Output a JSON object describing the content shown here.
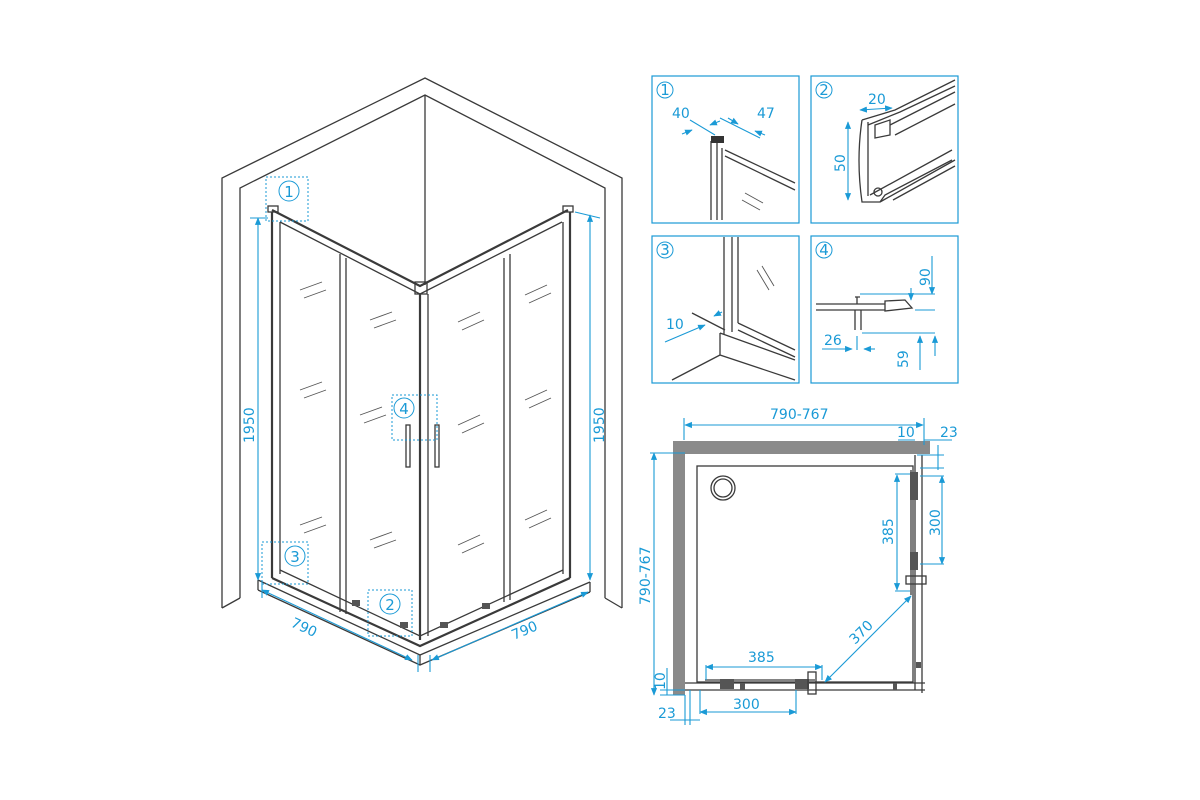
{
  "main_view": {
    "height_left": "1950",
    "height_right": "1950",
    "width_left": "790",
    "width_right": "790",
    "callouts": [
      "1",
      "2",
      "3",
      "4"
    ]
  },
  "details": [
    {
      "number": "1",
      "dims": [
        "40",
        "47"
      ]
    },
    {
      "number": "2",
      "dims": [
        "20",
        "50"
      ]
    },
    {
      "number": "3",
      "dims": [
        "10"
      ]
    },
    {
      "number": "4",
      "dims": [
        "90",
        "26",
        "59"
      ]
    }
  ],
  "plan_view": {
    "width": "790-767",
    "depth": "790-767",
    "top_gap": "10",
    "top_offset": "23",
    "side_gap": "10",
    "side_offset": "23",
    "door_right_opening": "385",
    "door_right_panel": "300",
    "door_bottom_opening": "385",
    "door_bottom_panel": "300",
    "diagonal": "370"
  },
  "colors": {
    "accent": "#1a9ad6",
    "line": "#3a3a3a",
    "wall": "#8a8a8a"
  }
}
